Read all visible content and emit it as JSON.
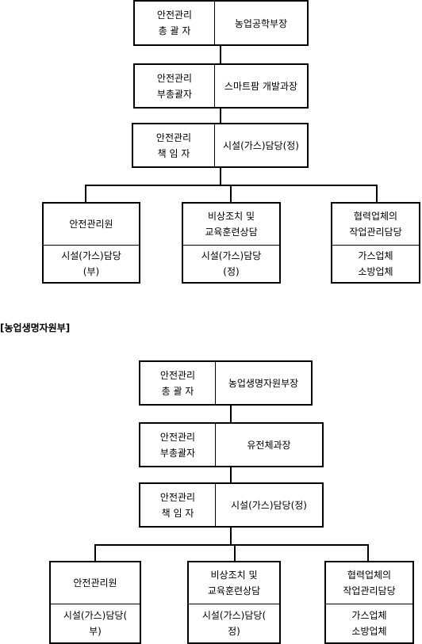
{
  "sections": [
    {
      "title": "",
      "overall": {
        "role_line1": "안전관리",
        "role_line2": "총 괄 자",
        "dept": "농업공학부장"
      },
      "vice": {
        "role_line1": "안전관리",
        "role_line2": "부총괄자",
        "dept": "스마트팜 개발과장"
      },
      "manager": {
        "role_line1": "안전관리",
        "role_line2": "책 임 자",
        "dept": "시설(가스)담당(정)"
      },
      "units": [
        {
          "top_line1": "안전관리원",
          "top_line2": "",
          "bottom_line1": "시설(가스)담당",
          "bottom_line2": "(부)"
        },
        {
          "top_line1": "비상조치 및",
          "top_line2": "교육훈련상담",
          "bottom_line1": "시설(가스)담당",
          "bottom_line2": "(정)"
        },
        {
          "top_line1": "협력업체의",
          "top_line2": "작업관리담당",
          "bottom_line1": "가스업체",
          "bottom_line2": "소방업체"
        }
      ]
    },
    {
      "title": "[농업생명자원부]",
      "overall": {
        "role_line1": "안전관리",
        "role_line2": "총 괄 자",
        "dept": "농업생명자원부장"
      },
      "vice": {
        "role_line1": "안전관리",
        "role_line2": "부총괄자",
        "dept": "유전체과장"
      },
      "manager": {
        "role_line1": "안전관리",
        "role_line2": "책 임 자",
        "dept": "시설(가스)담당(정)"
      },
      "units": [
        {
          "top_line1": "안전관리원",
          "top_line2": "",
          "bottom_line1": "시설(가스)담당(",
          "bottom_line2": "부)"
        },
        {
          "top_line1": "비상조치 및",
          "top_line2": "교육훈련상담",
          "bottom_line1": "시설(가스)담당(",
          "bottom_line2": "정)"
        },
        {
          "top_line1": "협력업체의",
          "top_line2": "작업관리담당",
          "bottom_line1": "가스업체",
          "bottom_line2": "소방업체"
        }
      ]
    }
  ]
}
